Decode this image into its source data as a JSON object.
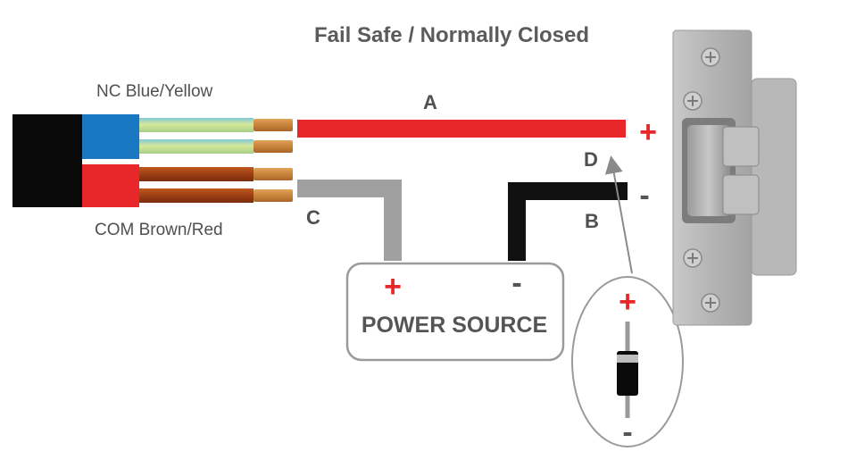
{
  "title": "Fail Safe / Normally Closed",
  "cable": {
    "nc_label": "NC Blue/Yellow",
    "com_label": "COM Brown/Red"
  },
  "wires": {
    "a": "A",
    "b": "B",
    "c": "C",
    "d": "D"
  },
  "strike": {
    "plus": "+",
    "minus": "-"
  },
  "power_source": {
    "label": "POWER SOURCE",
    "plus": "+",
    "minus": "-"
  },
  "diode": {
    "plus": "+",
    "minus": "-"
  },
  "colors": {
    "red_wire": "#e8272a",
    "black_wire": "#111111",
    "gray_wire": "#a0a0a0",
    "blue_insulation": "#1a78c2",
    "red_insulation": "#e8272a",
    "copper": "#c8843a"
  }
}
